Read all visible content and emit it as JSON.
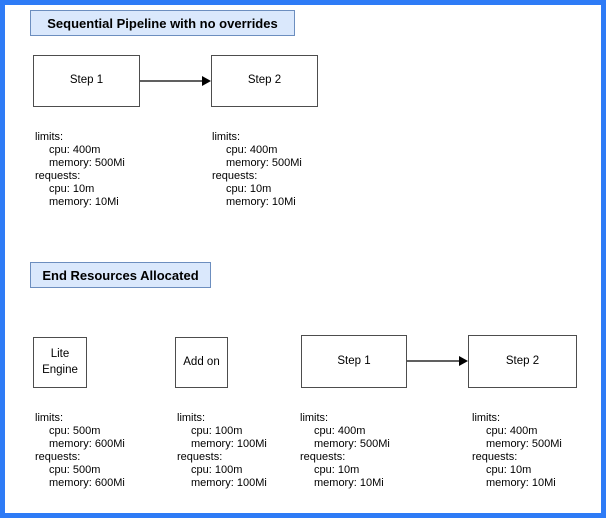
{
  "canvas": {
    "border_color": "#2e7bf6",
    "heading_fill": "#dae8fc",
    "heading_border": "#6c8ebf",
    "node_border": "#4d4d4d"
  },
  "section1": {
    "title": "Sequential Pipeline with no overrides",
    "step1_label": "Step 1",
    "step2_label": "Step 2",
    "step1_resources": {
      "limits_label": "limits:",
      "limits_cpu": "cpu: 400m",
      "limits_memory": "memory: 500Mi",
      "requests_label": "requests:",
      "requests_cpu": "cpu: 10m",
      "requests_memory": "memory: 10Mi"
    },
    "step2_resources": {
      "limits_label": "limits:",
      "limits_cpu": "cpu: 400m",
      "limits_memory": "memory: 500Mi",
      "requests_label": "requests:",
      "requests_cpu": "cpu: 10m",
      "requests_memory": "memory: 10Mi"
    }
  },
  "section2": {
    "title": "End Resources Allocated",
    "lite_engine_line1": "Lite",
    "lite_engine_line2": "Engine",
    "addon_label": "Add on",
    "step1_label": "Step 1",
    "step2_label": "Step 2",
    "lite_engine_resources": {
      "limits_label": "limits:",
      "limits_cpu": "cpu: 500m",
      "limits_memory": "memory: 600Mi",
      "requests_label": "requests:",
      "requests_cpu": "cpu: 500m",
      "requests_memory": "memory: 600Mi"
    },
    "addon_resources": {
      "limits_label": "limits:",
      "limits_cpu": "cpu: 100m",
      "limits_memory": "memory: 100Mi",
      "requests_label": "requests:",
      "requests_cpu": "cpu: 100m",
      "requests_memory": "memory: 100Mi"
    },
    "step1_resources": {
      "limits_label": "limits:",
      "limits_cpu": "cpu: 400m",
      "limits_memory": "memory: 500Mi",
      "requests_label": "requests:",
      "requests_cpu": "cpu: 10m",
      "requests_memory": "memory: 10Mi"
    },
    "step2_resources": {
      "limits_label": "limits:",
      "limits_cpu": "cpu: 400m",
      "limits_memory": "memory: 500Mi",
      "requests_label": "requests:",
      "requests_cpu": "cpu: 10m",
      "requests_memory": "memory: 10Mi"
    }
  }
}
